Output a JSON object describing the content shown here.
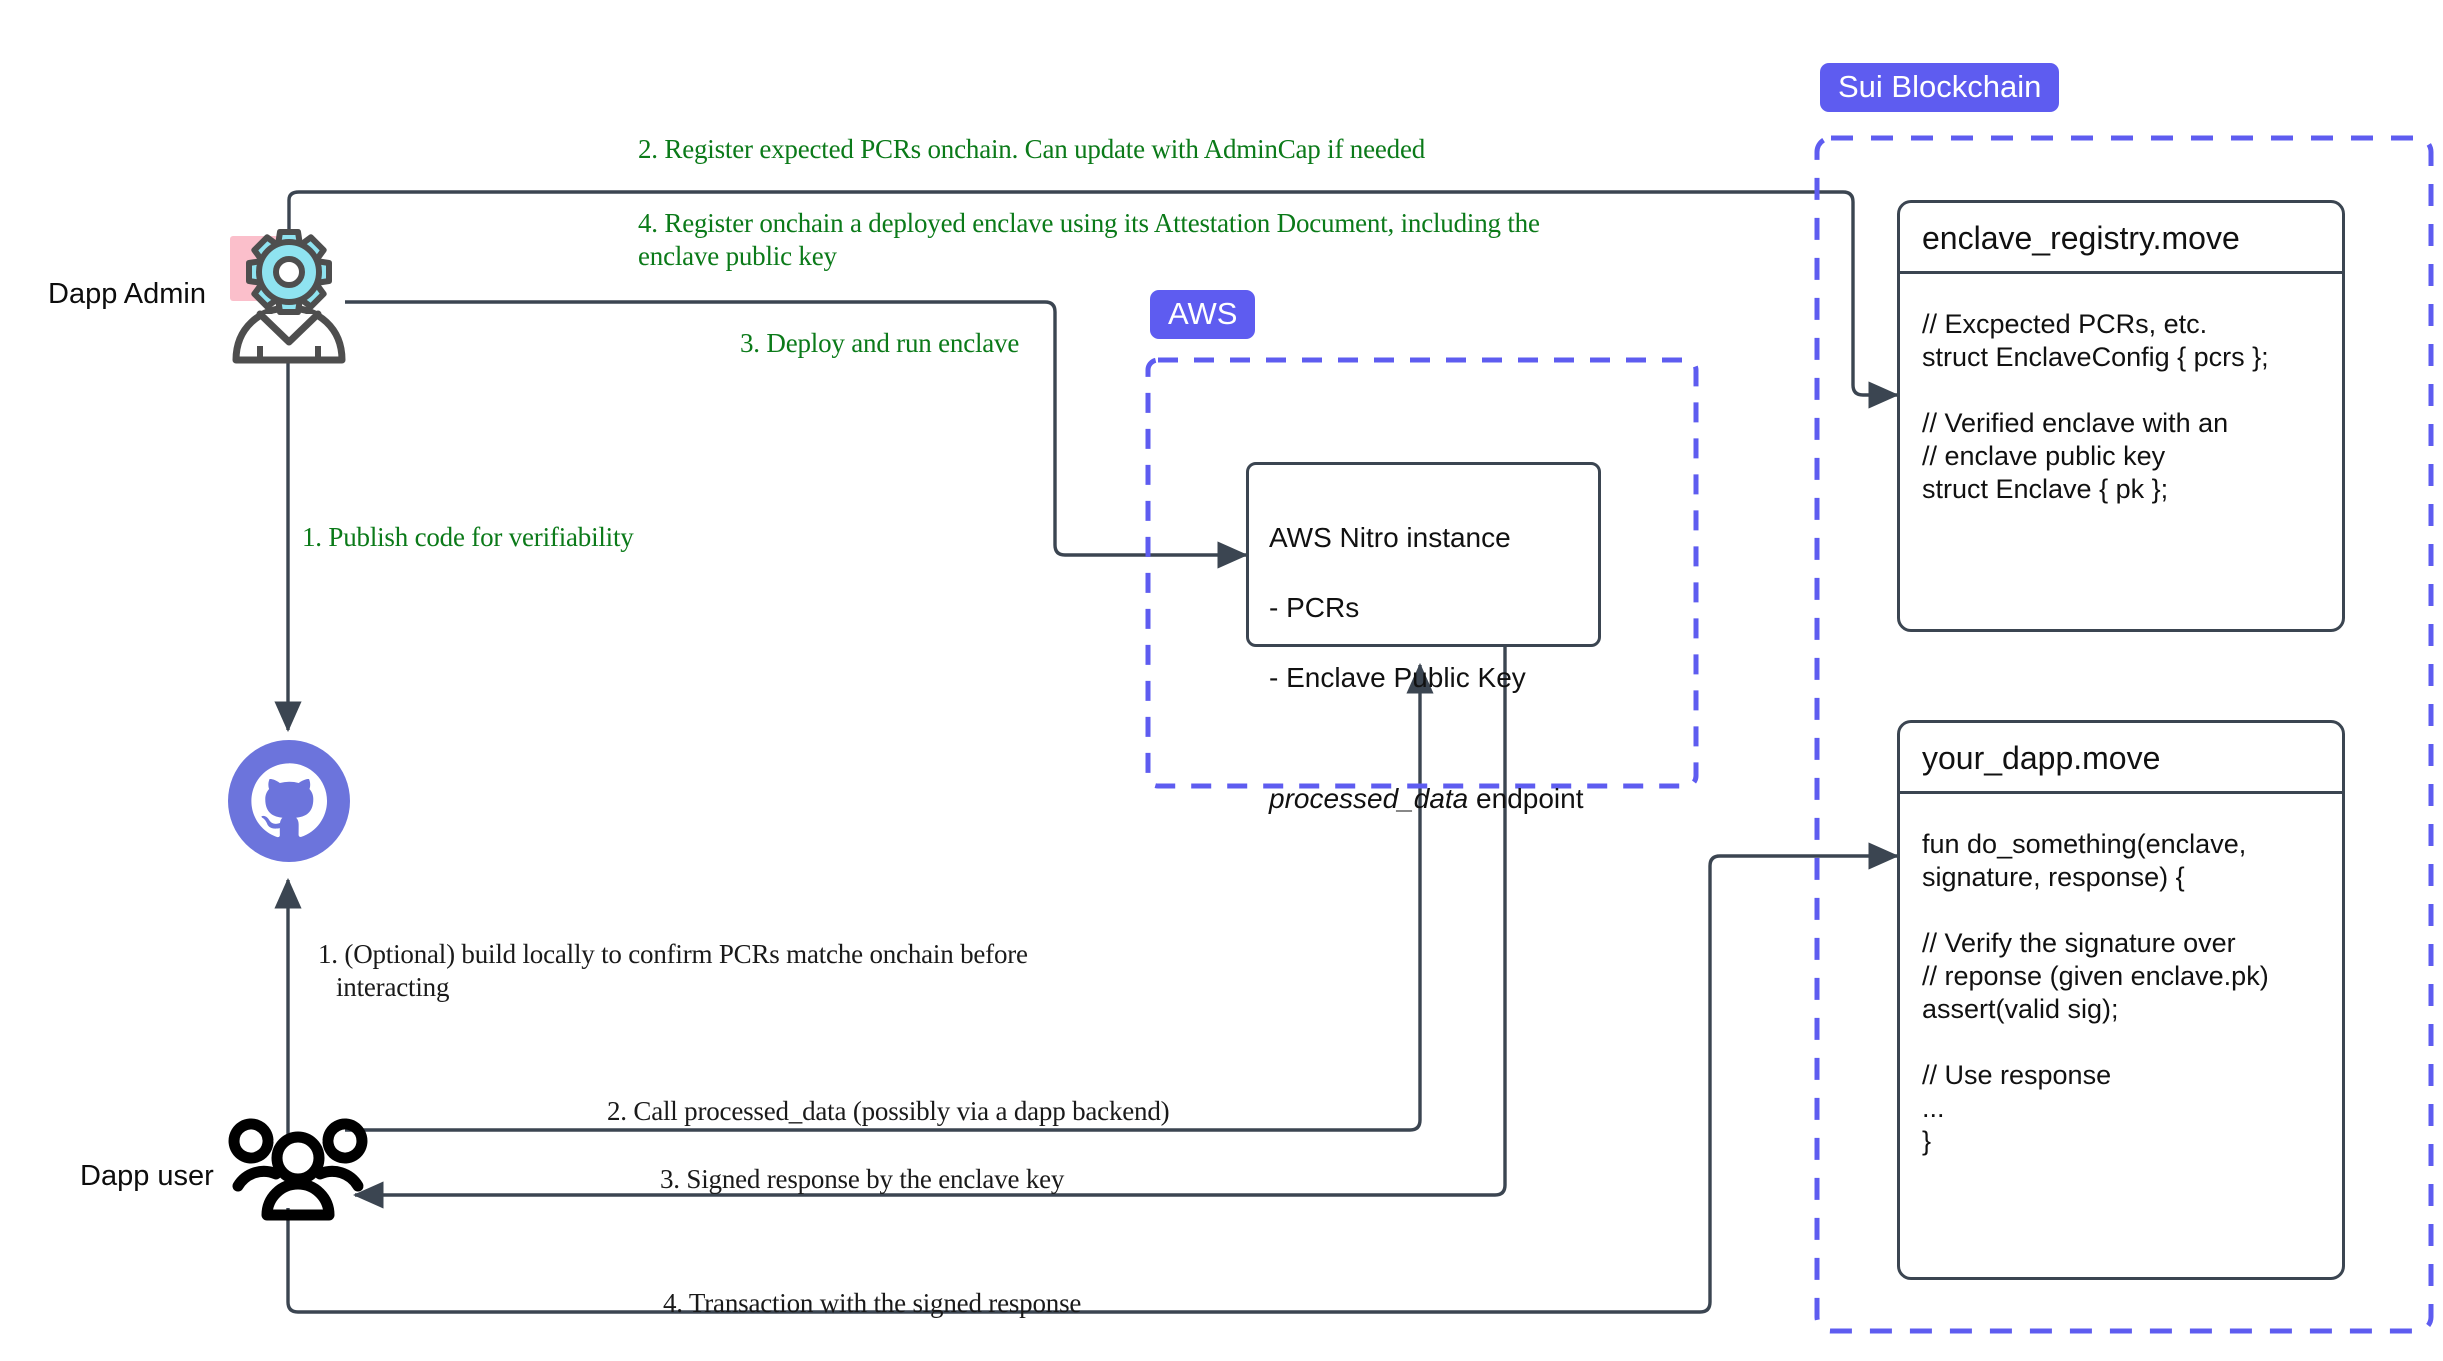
{
  "diagram": {
    "title": "Sui Nitro Enclave attestation flow",
    "colors": {
      "accent_purple": "#5E5CF0",
      "flow_green": "#0B7A19",
      "line_gray": "#3B4551",
      "github_purple": "#6C74DC",
      "gear_blue": "#8FE3F0",
      "pink_block": "#FBBFCB"
    }
  },
  "actors": {
    "admin_label": "Dapp Admin",
    "user_label": "Dapp user",
    "admin_icon": "gear-person-icon",
    "github_icon": "github-icon",
    "user_icon": "users-group-icon"
  },
  "zones": {
    "sui": {
      "tag": "Sui Blockchain"
    },
    "aws": {
      "tag": "AWS"
    }
  },
  "modules": [
    {
      "name": "enclave_registry.move",
      "body": "// Excpected PCRs, etc.\nstruct EnclaveConfig { pcrs };\n\n// Verified enclave with an\n// enclave public key\nstruct Enclave { pk };"
    },
    {
      "name": "your_dapp.move",
      "body": "fun do_something(enclave,\nsignature, response) {\n\n  // Verify the signature over\n  // reponse (given enclave.pk)\n  assert(valid sig);\n\n  // Use response\n  ...\n}"
    }
  ],
  "nitro": {
    "line1": "AWS Nitro instance",
    "line2": "- PCRs",
    "line3": "- Enclave Public Key",
    "endpoint_name": "processed_data",
    "endpoint_suffix": " endpoint"
  },
  "flows": {
    "admin_register_pcrs": "2. Register expected PCRs onchain. Can update with AdminCap if needed",
    "admin_register_enclave": "4. Register onchain a deployed enclave using its Attestation Document, including the\nenclave public key",
    "admin_deploy": "3. Deploy and run enclave",
    "admin_publish": "1. Publish code for verifiability",
    "user_build": "1. (Optional) build locally to confirm PCRs matche onchain before\ninteracting",
    "user_call": "2. Call processed_data (possibly via a dapp backend)",
    "user_signed": "3. Signed response by the enclave key",
    "user_tx": "4. Transaction with the signed response"
  }
}
